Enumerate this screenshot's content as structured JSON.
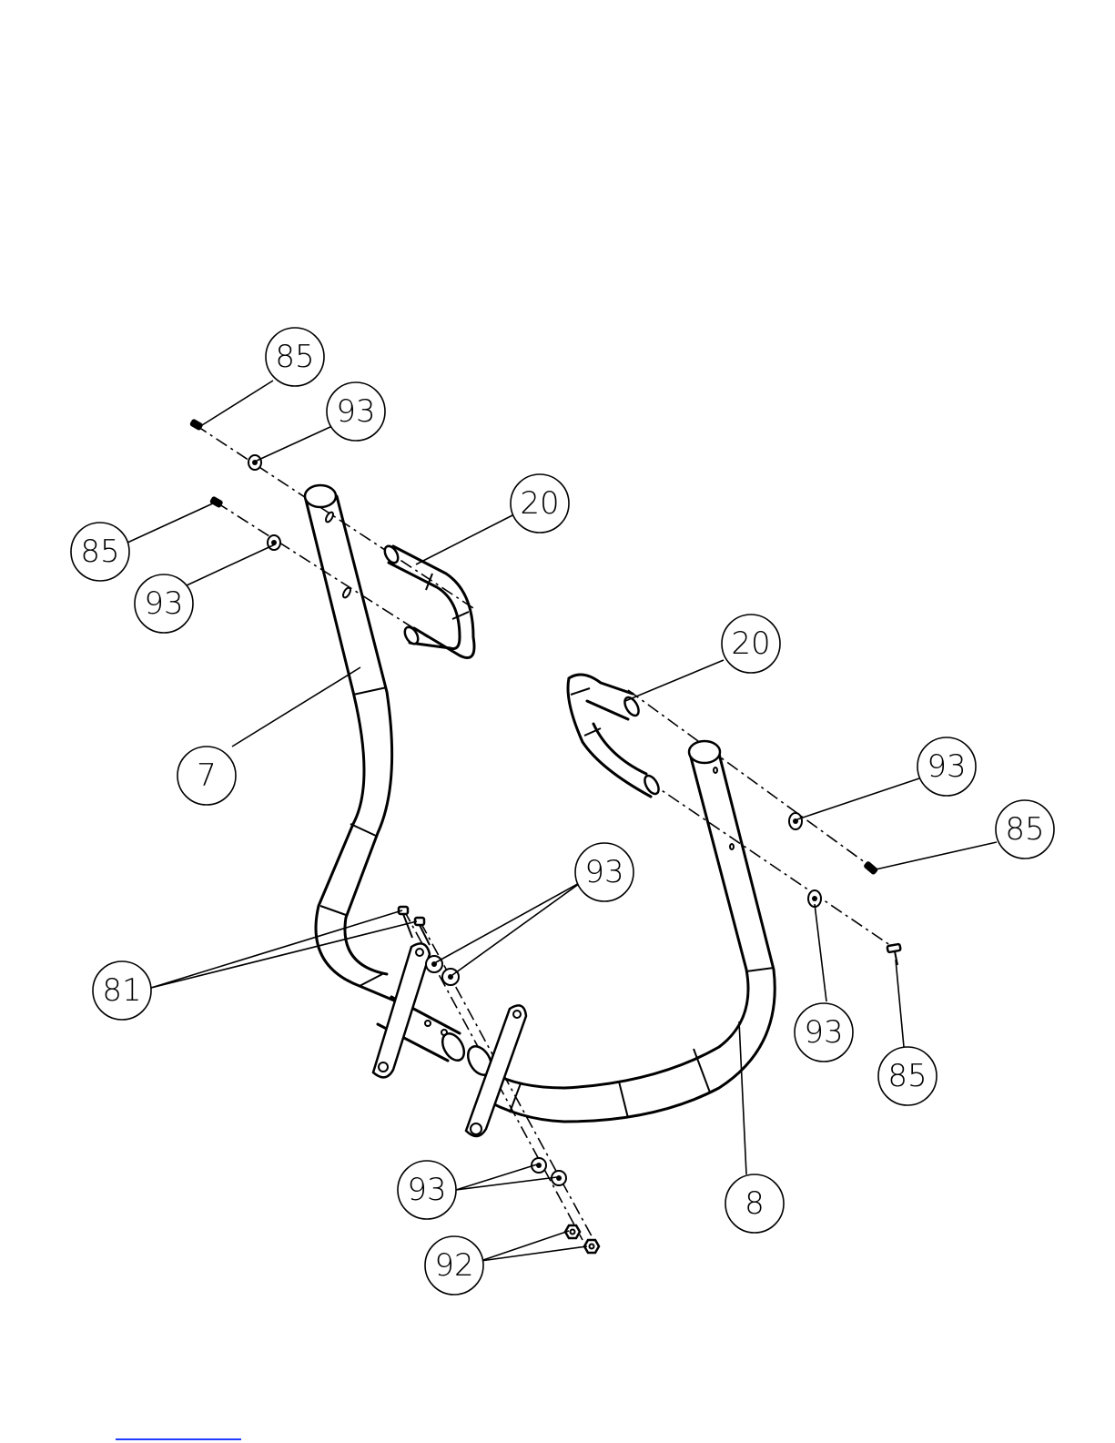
{
  "diagram": {
    "callouts": [
      {
        "id": "c85a",
        "label": "85"
      },
      {
        "id": "c93a",
        "label": "93"
      },
      {
        "id": "c20a",
        "label": "20"
      },
      {
        "id": "c85b",
        "label": "85"
      },
      {
        "id": "c93b",
        "label": "93"
      },
      {
        "id": "c20b",
        "label": "20"
      },
      {
        "id": "c7",
        "label": "7"
      },
      {
        "id": "c93c",
        "label": "93"
      },
      {
        "id": "c85c",
        "label": "85"
      },
      {
        "id": "c93d",
        "label": "93"
      },
      {
        "id": "c81",
        "label": "81"
      },
      {
        "id": "c93e",
        "label": "93"
      },
      {
        "id": "c85d",
        "label": "85"
      },
      {
        "id": "c93f",
        "label": "93"
      },
      {
        "id": "c8",
        "label": "8"
      },
      {
        "id": "c92",
        "label": "92"
      }
    ]
  }
}
